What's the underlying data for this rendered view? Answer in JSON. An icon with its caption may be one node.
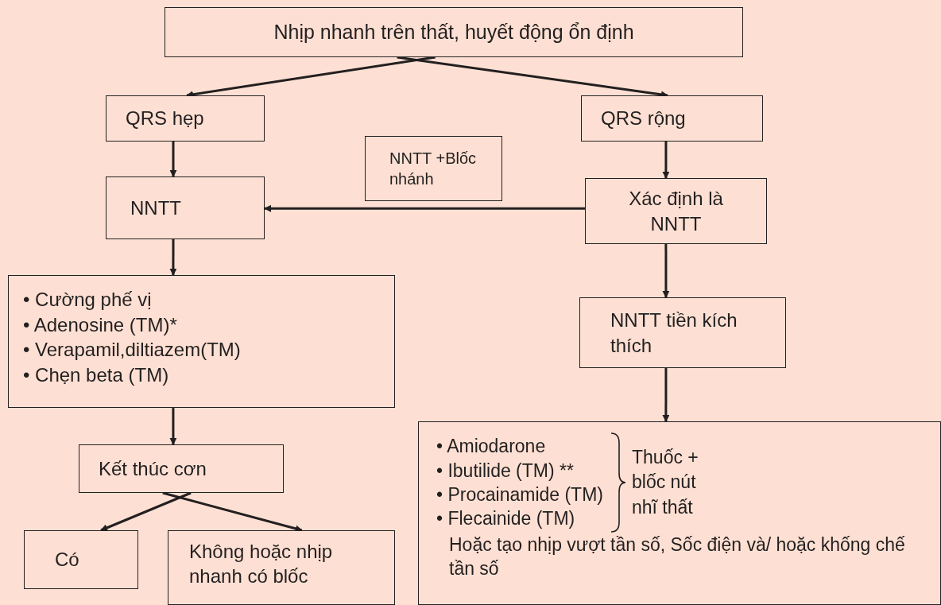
{
  "diagram": {
    "nodes": [
      {
        "text": [
          "Nhịp nhanh trên thất, huyết động ổn định"
        ]
      },
      {
        "text": [
          "QRS hẹp"
        ]
      },
      {
        "text": [
          "QRS rộng"
        ]
      },
      {
        "text": [
          "NNTT +Blốc nhánh"
        ]
      },
      {
        "text": [
          "NNTT"
        ]
      },
      {
        "text": [
          "Xác định là NNTT"
        ]
      },
      {
        "text": [
          "• Cường phế vị",
          "• Adenosine (TM)*",
          "• Verapamil,diltiazem(TM)",
          "• Chẹn beta (TM)"
        ]
      },
      {
        "text": [
          "NNTT tiền kích thích"
        ]
      },
      {
        "text": [
          "Kết thúc cơn"
        ]
      },
      {
        "text": [
          "• Amiodarone",
          "• Ibutilide (TM) **",
          "• Procainamide (TM)",
          "• Flecainide (TM)",
          "Thuốc + blốc nút nhĩ thất",
          "Hoặc tạo nhịp vượt tần số, Sốc điện và/ hoặc khống chế tần số"
        ]
      },
      {
        "text": [
          "Có"
        ]
      },
      {
        "text": [
          "Không hoặc nhịp nhanh có blốc"
        ]
      }
    ],
    "edges": [
      {
        "from": 0,
        "to": 1,
        "arrow": "to"
      },
      {
        "from": 0,
        "to": 2,
        "arrow": "to"
      },
      {
        "from": 1,
        "to": 4,
        "arrow": "to"
      },
      {
        "from": 2,
        "to": 5,
        "arrow": "to"
      },
      {
        "from": 5,
        "to": 4,
        "arrow": "to"
      },
      {
        "from": 4,
        "to": 6,
        "arrow": "to"
      },
      {
        "from": 5,
        "to": 7,
        "arrow": "to"
      },
      {
        "from": 7,
        "to": 9,
        "arrow": "to"
      },
      {
        "from": 6,
        "to": 8,
        "arrow": "to"
      },
      {
        "from": 8,
        "to": 10,
        "arrow": "to"
      },
      {
        "from": 8,
        "to": 11,
        "arrow": "to"
      }
    ]
  }
}
